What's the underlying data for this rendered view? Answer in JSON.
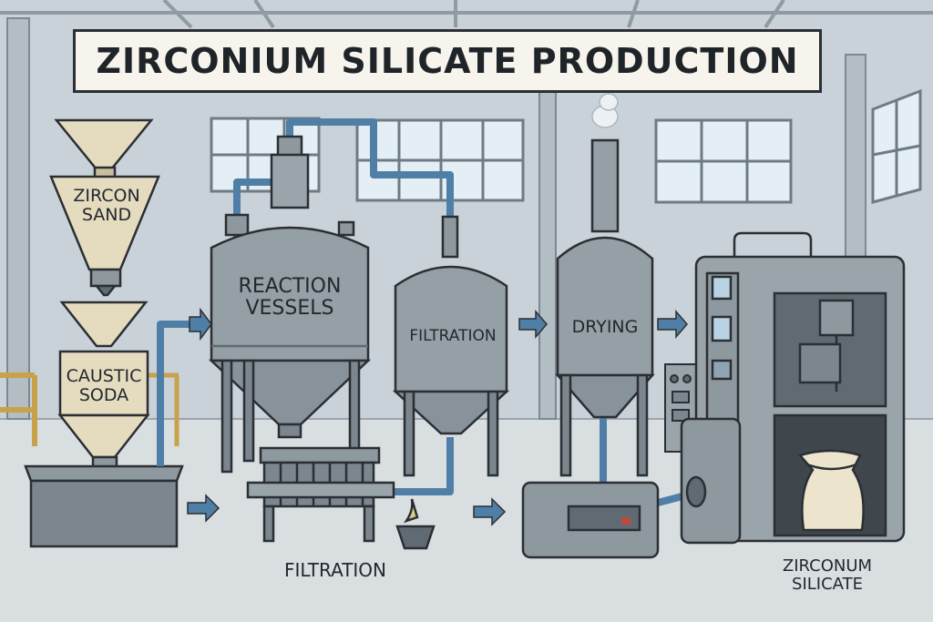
{
  "title": "ZIRCONIUM SILICATE PRODUCTION",
  "labels": {
    "zircon_sand": "ZIRCON SAND",
    "caustic_soda": "CAUSTIC SODA",
    "reaction_vessels": "REACTION VESSELS",
    "filtration_tank": "FILTRATION",
    "drying": "DRYING",
    "filtration_press": "FILTRATION",
    "product": "ZIRCONUM SILICATE"
  },
  "colors": {
    "wall": "#c9d2d8",
    "floor": "#d9dee1",
    "steel": "#8e989f",
    "steel_dark": "#5f6a72",
    "pipe_blue": "#4f7fa6",
    "hopper": "#e5dcc0",
    "window": "#e4eef5",
    "rail": "#c7a24a",
    "outline": "#2b2f33"
  },
  "icons": [
    "arrow-right-icon",
    "sack-icon",
    "smoke-icon"
  ]
}
